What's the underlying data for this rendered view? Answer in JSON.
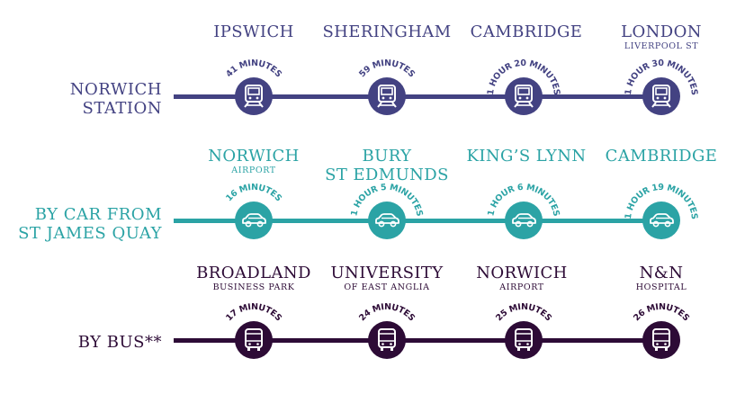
{
  "colors": {
    "train": "#434282",
    "car": "#2ba3a5",
    "bus": "#2d0b36"
  },
  "rows": [
    {
      "key": "train",
      "label": [
        "NORWICH",
        "STATION"
      ],
      "icon": "train-icon",
      "stops": [
        {
          "name": "IPSWICH",
          "sub": "",
          "time": "41 MINUTES"
        },
        {
          "name": "SHERINGHAM",
          "sub": "",
          "time": "59 MINUTES"
        },
        {
          "name": "CAMBRIDGE",
          "sub": "",
          "time": "1 HOUR 20 MINUTES"
        },
        {
          "name": "LONDON",
          "sub": "LIVERPOOL ST",
          "time": "1 HOUR 30 MINUTES"
        }
      ]
    },
    {
      "key": "car",
      "label": [
        "BY CAR FROM",
        "ST JAMES QUAY"
      ],
      "icon": "car-icon",
      "stops": [
        {
          "name": "NORWICH",
          "sub": "AIRPORT",
          "time": "16 MINUTES"
        },
        {
          "name": "BURY",
          "name2": "ST EDMUNDS",
          "sub": "",
          "time": "1 HOUR 5 MINUTES"
        },
        {
          "name": "KING’S LYNN",
          "sub": "",
          "time": "1 HOUR 6 MINUTES"
        },
        {
          "name": "CAMBRIDGE",
          "sub": "",
          "time": "1 HOUR 19 MINUTES"
        }
      ]
    },
    {
      "key": "bus",
      "label": [
        "BY BUS**"
      ],
      "icon": "bus-icon",
      "stops": [
        {
          "name": "BROADLAND",
          "sub": "BUSINESS PARK",
          "time": "17 MINUTES"
        },
        {
          "name": "UNIVERSITY",
          "sub": "OF EAST ANGLIA",
          "time": "24 MINUTES"
        },
        {
          "name": "NORWICH",
          "sub": "AIRPORT",
          "time": "25 MINUTES"
        },
        {
          "name": "N&N",
          "sub": "HOSPITAL",
          "time": "26 MINUTES"
        }
      ]
    }
  ]
}
